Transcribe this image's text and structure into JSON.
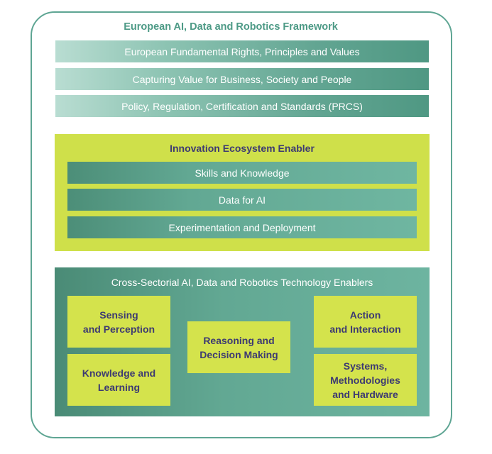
{
  "framework": {
    "title": "European AI, Data and Robotics Framework",
    "layers": [
      "European Fundamental Rights, Principles and Values",
      "Capturing Value for Business, Society and People",
      "Policy, Regulation, Certification and Standards (PRCS)"
    ]
  },
  "innovation": {
    "title": "Innovation Ecosystem Enabler",
    "items": [
      "Skills and Knowledge",
      "Data for AI",
      "Experimentation and Deployment"
    ]
  },
  "technology": {
    "title": "Cross-Sectorial AI, Data and Robotics Technology Enablers",
    "boxes": {
      "sensing": "Sensing\nand Perception",
      "knowledge": "Knowledge and\nLearning",
      "reasoning": "Reasoning and\nDecision Making",
      "action": "Action\nand Interaction",
      "systems": "Systems,\nMethodologies\nand Hardware"
    }
  },
  "colors": {
    "teal": "#5ea593",
    "lime": "#cfe04a",
    "purple_text": "#3d3a72"
  }
}
